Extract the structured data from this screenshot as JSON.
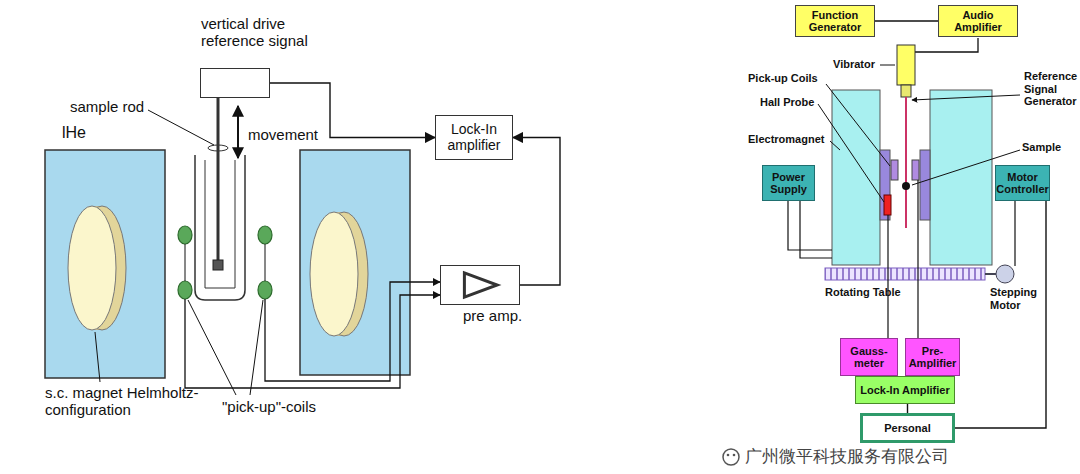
{
  "diagram": {
    "nodes": [
      {
        "text": [
          "vertical drive reference signal"
        ]
      },
      {
        "text": [
          "Lock-In amplifier"
        ]
      },
      {
        "text": [
          "pre amp."
        ]
      },
      {
        "text": [
          "Function Generator"
        ]
      },
      {
        "text": [
          "Audio Amplifier"
        ]
      },
      {
        "text": [
          "Power Supply"
        ]
      },
      {
        "text": [
          "Motor Controller"
        ]
      },
      {
        "text": [
          "Gauss-meter"
        ]
      },
      {
        "text": [
          "Pre-Amplifier"
        ]
      },
      {
        "text": [
          "Lock-In Amplifier"
        ]
      },
      {
        "text": [
          "Personal"
        ]
      }
    ],
    "edges": [
      {
        "from": 0,
        "to": 1,
        "arrow": "to"
      },
      {
        "from": 2,
        "to": 1,
        "arrow": "to"
      },
      {
        "from": 3,
        "to": 4,
        "arrow": "none"
      },
      {
        "from": 9,
        "to": 10,
        "arrow": "none"
      },
      {
        "from": 6,
        "to": 10,
        "arrow": "none"
      }
    ],
    "labels": [
      "lHe",
      "sample rod",
      "movement",
      "s.c. magnet Helmholtz-configuration",
      "\"pick-up\"-coils",
      "Vibrator",
      "Pick-up Coils",
      "Reference Signal Generator",
      "Hall Probe",
      "Electromagnet",
      "Sample",
      "Rotating Table",
      "Stepping Motor",
      "广州微平科技服务有限公司"
    ]
  }
}
